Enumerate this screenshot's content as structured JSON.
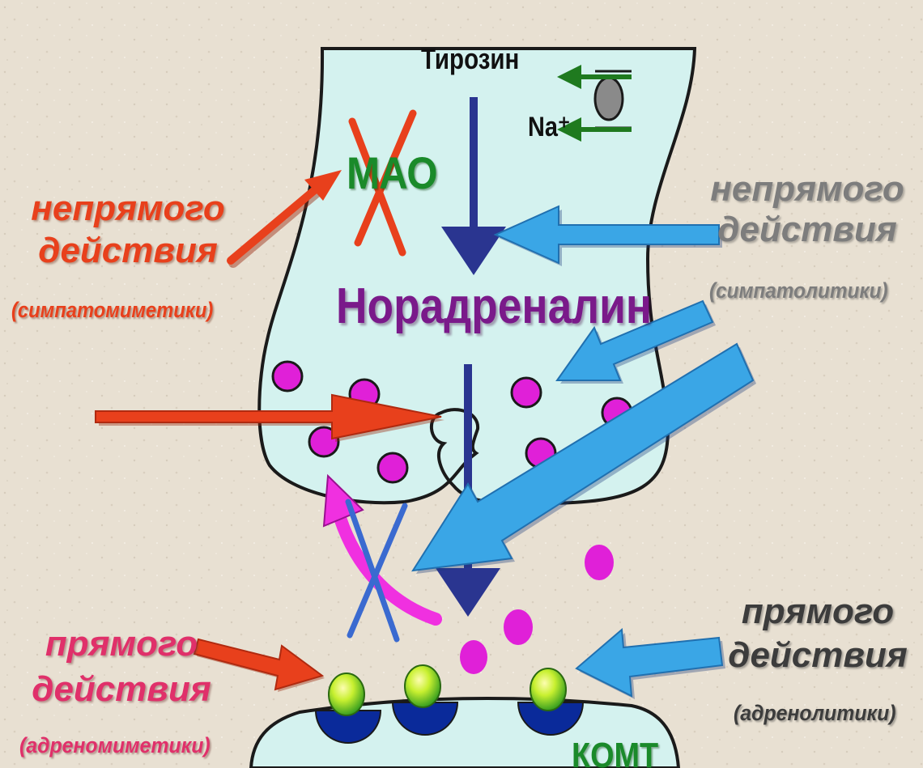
{
  "labels": {
    "tyrosine": "Тирозин",
    "sodium": "Na⁺",
    "mao": "МАО",
    "noradrenaline": "Норадреналин",
    "komt": "КОМТ",
    "left_indirect_1": "непрямого",
    "left_indirect_2": "действия",
    "left_indirect_sub": "(симпатомиметики)",
    "right_indirect_1": "непрямого",
    "right_indirect_2": "действия",
    "right_indirect_sub": "(симпатолитики)",
    "left_direct_1": "прямого",
    "left_direct_2": "действия",
    "left_direct_sub": "(адреномиметики)",
    "right_direct_1": "прямого",
    "right_direct_2": "действия",
    "right_direct_sub": "(адренолитики)"
  },
  "colors": {
    "background": "#e8e0d2",
    "terminal_fill": "#d4f2ef",
    "outline": "#1a1a1a",
    "vesicle": "#e020d8",
    "red_arrow": "#e8401c",
    "blue_arrow": "#3aa6e6",
    "navy_arrow": "#2a3590",
    "green_arrow": "#1f7a1f",
    "mao_green": "#1a8a2a",
    "noradrenaline_purple": "#7a1a8a",
    "receptor_blue": "#0a2a9a",
    "receptor_green": "#a8e81a"
  }
}
